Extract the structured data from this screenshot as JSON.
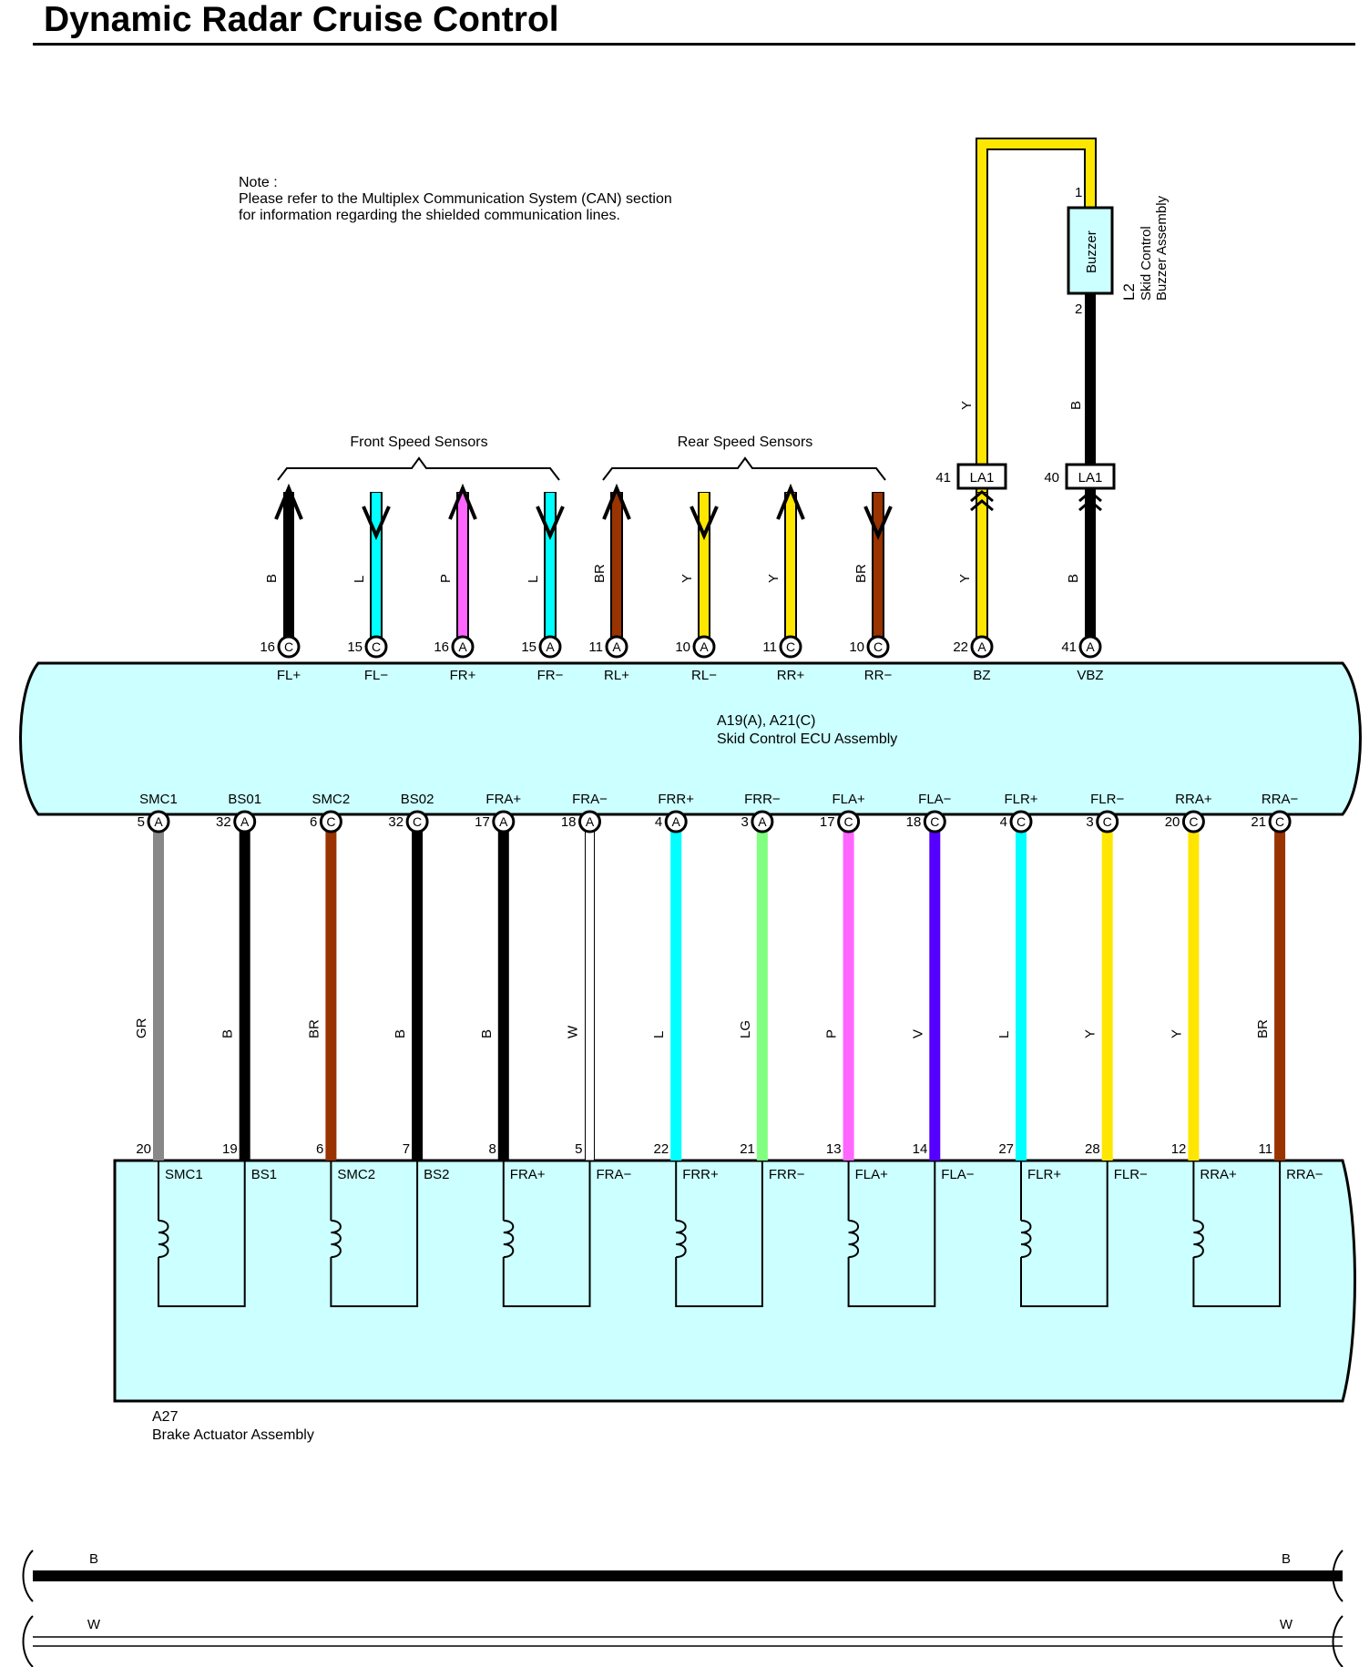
{
  "title": "Dynamic Radar Cruise Control",
  "note": {
    "heading": "Note :",
    "line1": "Please refer to the Multiplex Communication System (CAN) section",
    "line2": "for information regarding the shielded communication lines."
  },
  "groups": {
    "front": "Front Speed Sensors",
    "rear": "Rear Speed Sensors"
  },
  "buzzer": {
    "label": "Buzzer",
    "code": "L2",
    "name_line1": "Skid Control",
    "name_line2": "Buzzer Assembly",
    "pin1": "1",
    "pin2": "2",
    "wire_top_color": "Y",
    "wire_mid_color": "B"
  },
  "ecu": {
    "code": "A19(A), A21(C)",
    "name": "Skid Control ECU Assembly",
    "fill_color": "#ccffff"
  },
  "actuator": {
    "code": "A27",
    "name": "Brake Actuator Assembly"
  },
  "top_wires": [
    {
      "pin": "16",
      "conn": "C",
      "label": "FL+",
      "color": "B",
      "hex": "#000000",
      "arrow": "up",
      "group": "front"
    },
    {
      "pin": "15",
      "conn": "C",
      "label": "FL−",
      "color": "L",
      "hex": "#00ffff",
      "arrow": "down",
      "group": "front"
    },
    {
      "pin": "16",
      "conn": "A",
      "label": "FR+",
      "color": "P",
      "hex": "#ff66ff",
      "arrow": "up",
      "group": "front"
    },
    {
      "pin": "15",
      "conn": "A",
      "label": "FR−",
      "color": "L",
      "hex": "#00ffff",
      "arrow": "down",
      "group": "front"
    },
    {
      "pin": "11",
      "conn": "A",
      "label": "RL+",
      "color": "BR",
      "hex": "#993300",
      "arrow": "up",
      "group": "rear"
    },
    {
      "pin": "10",
      "conn": "A",
      "label": "RL−",
      "color": "Y",
      "hex": "#ffe600",
      "arrow": "down",
      "group": "rear"
    },
    {
      "pin": "11",
      "conn": "C",
      "label": "RR+",
      "color": "Y",
      "hex": "#ffe600",
      "arrow": "up",
      "group": "rear"
    },
    {
      "pin": "10",
      "conn": "C",
      "label": "RR−",
      "color": "BR",
      "hex": "#993300",
      "arrow": "down",
      "group": "rear"
    },
    {
      "pin": "22",
      "conn": "A",
      "label": "BZ",
      "color": "Y",
      "hex": "#ffe600",
      "arrow": "none",
      "group": "buzzer",
      "jc_pin": "41",
      "jc": "LA1"
    },
    {
      "pin": "41",
      "conn": "A",
      "label": "VBZ",
      "color": "B",
      "hex": "#000000",
      "arrow": "none",
      "group": "buzzer",
      "jc_pin": "40",
      "jc": "LA1"
    }
  ],
  "bottom_wires": [
    {
      "ecu_label": "SMC1",
      "pin": "5",
      "conn": "A",
      "color": "GR",
      "hex": "#888888",
      "act_pin": "20",
      "act_label": "SMC1"
    },
    {
      "ecu_label": "BS01",
      "pin": "32",
      "conn": "A",
      "color": "B",
      "hex": "#000000",
      "act_pin": "19",
      "act_label": "BS1"
    },
    {
      "ecu_label": "SMC2",
      "pin": "6",
      "conn": "C",
      "color": "BR",
      "hex": "#993300",
      "act_pin": "6",
      "act_label": "SMC2"
    },
    {
      "ecu_label": "BS02",
      "pin": "32",
      "conn": "C",
      "color": "B",
      "hex": "#000000",
      "act_pin": "7",
      "act_label": "BS2"
    },
    {
      "ecu_label": "FRA+",
      "pin": "17",
      "conn": "A",
      "color": "B",
      "hex": "#000000",
      "act_pin": "8",
      "act_label": "FRA+"
    },
    {
      "ecu_label": "FRA−",
      "pin": "18",
      "conn": "A",
      "color": "W",
      "hex": "#ffffff",
      "act_pin": "5",
      "act_label": "FRA−"
    },
    {
      "ecu_label": "FRR+",
      "pin": "4",
      "conn": "A",
      "color": "L",
      "hex": "#00ffff",
      "act_pin": "22",
      "act_label": "FRR+"
    },
    {
      "ecu_label": "FRR−",
      "pin": "3",
      "conn": "A",
      "color": "LG",
      "hex": "#80ff80",
      "act_pin": "21",
      "act_label": "FRR−"
    },
    {
      "ecu_label": "FLA+",
      "pin": "17",
      "conn": "C",
      "color": "P",
      "hex": "#ff66ff",
      "act_pin": "13",
      "act_label": "FLA+"
    },
    {
      "ecu_label": "FLA−",
      "pin": "18",
      "conn": "C",
      "color": "V",
      "hex": "#5500ff",
      "act_pin": "14",
      "act_label": "FLA−"
    },
    {
      "ecu_label": "FLR+",
      "pin": "4",
      "conn": "C",
      "color": "L",
      "hex": "#00ffff",
      "act_pin": "27",
      "act_label": "FLR+"
    },
    {
      "ecu_label": "FLR−",
      "pin": "3",
      "conn": "C",
      "color": "Y",
      "hex": "#ffe600",
      "act_pin": "28",
      "act_label": "FLR−"
    },
    {
      "ecu_label": "RRA+",
      "pin": "20",
      "conn": "C",
      "color": "Y",
      "hex": "#ffe600",
      "act_pin": "12",
      "act_label": "RRA+"
    },
    {
      "ecu_label": "RRA−",
      "pin": "21",
      "conn": "C",
      "color": "BR",
      "hex": "#993300",
      "act_pin": "11",
      "act_label": "RRA−"
    }
  ],
  "ground_bars": [
    {
      "left_label": "B",
      "right_label": "B",
      "hex": "#000000"
    },
    {
      "left_label": "W",
      "right_label": "W",
      "hex": "#ffffff"
    }
  ]
}
